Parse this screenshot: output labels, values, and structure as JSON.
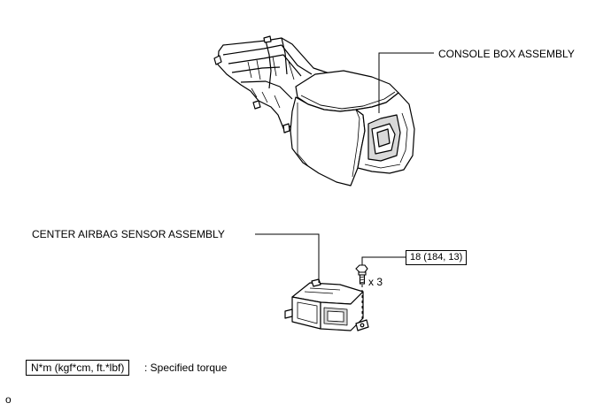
{
  "labels": {
    "console_box": "CONSOLE BOX ASSEMBLY",
    "airbag_sensor": "CENTER AIRBAG SENSOR ASSEMBLY"
  },
  "torque": {
    "value": "18 (184, 13)",
    "quantity": "x 3"
  },
  "legend": {
    "unit_box": "N*m (kgf*cm, ft.*lbf)",
    "description": ": Specified torque"
  },
  "footer_mark": "o",
  "colors": {
    "line": "#000000",
    "fill": "#ffffff",
    "shade": "#d9d9d9"
  }
}
